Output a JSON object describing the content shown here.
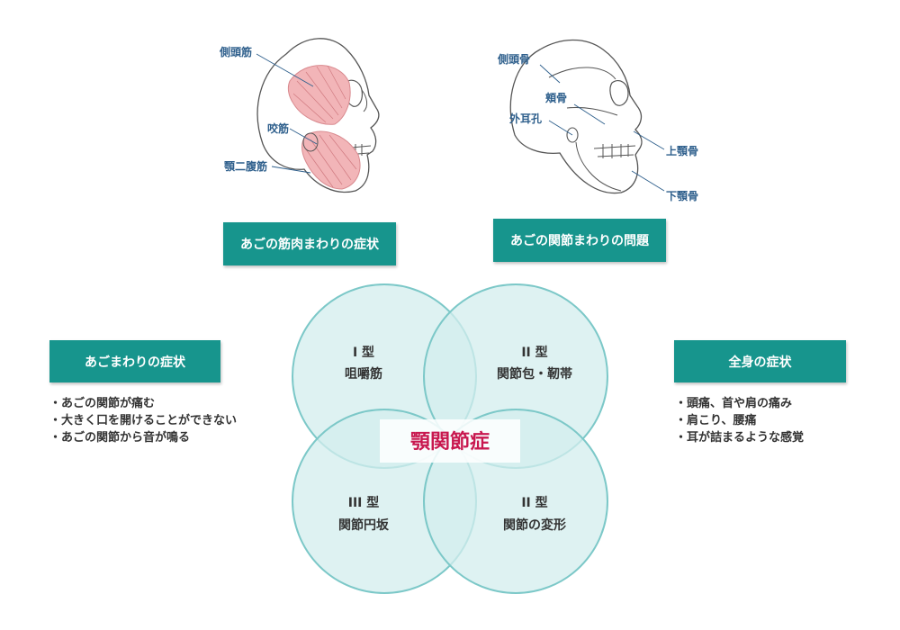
{
  "illustrations": {
    "muscle_skull": {
      "labels": [
        "側頭筋",
        "咬筋",
        "顎二腹筋"
      ]
    },
    "bone_skull": {
      "labels": [
        "側頭骨",
        "頬骨",
        "外耳孔",
        "上顎骨",
        "下顎骨"
      ]
    }
  },
  "boxes": {
    "muscle": "あごの筋肉まわりの症状",
    "joint": "あごの関節まわりの問題",
    "jaw": "あごまわりの症状",
    "body": "全身の症状"
  },
  "jaw_symptoms": [
    "あごの関節が痛む",
    "大きく口を開けることができない",
    "あごの関節から音が鳴る"
  ],
  "body_symptoms": [
    "頭痛、首や肩の痛み",
    "肩こり、腰痛",
    "耳が詰まるような感覚"
  ],
  "venn": {
    "center_label": "顎関節症",
    "circles": [
      {
        "type": "I 型",
        "name": "咀嚼筋"
      },
      {
        "type": "II 型",
        "name": "関節包・靭帯"
      },
      {
        "type": "III 型",
        "name": "関節円坂"
      },
      {
        "type": "II 型",
        "name": "関節の変形"
      }
    ]
  },
  "colors": {
    "accent": "#17958d",
    "circle_fill": "#d3eeee",
    "circle_stroke": "#7cc8c8",
    "center_text": "#c8184f",
    "label_text": "#2e5f8c",
    "muscle": "#f2b5b8"
  }
}
